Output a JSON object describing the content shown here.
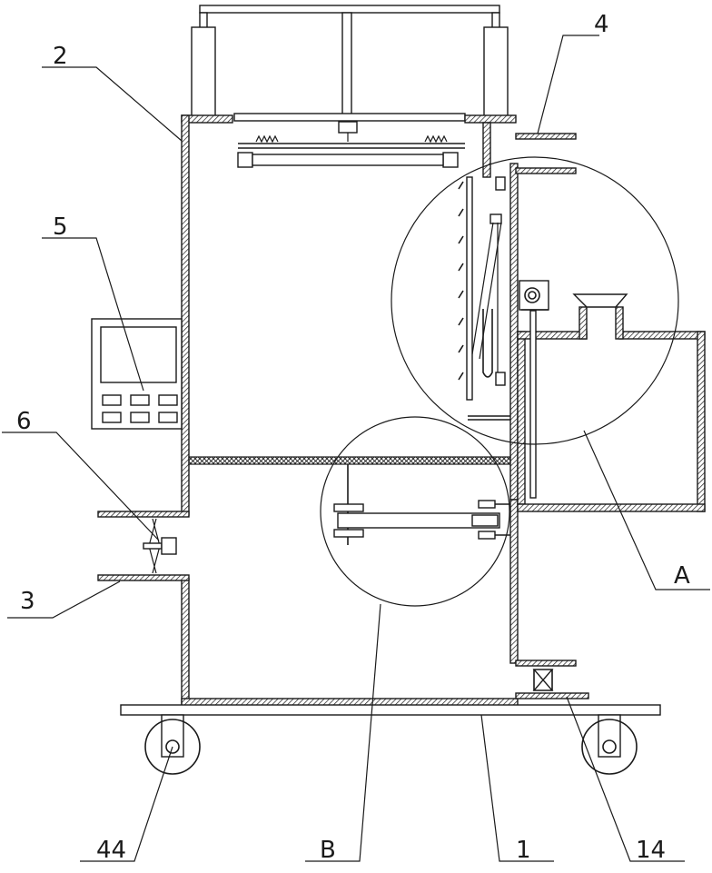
{
  "labels": {
    "l1": "1",
    "l2": "2",
    "l3": "3",
    "l4": "4",
    "l5": "5",
    "l6": "6",
    "l14": "14",
    "l44": "44",
    "lA": "A",
    "lB": "B"
  },
  "colors": {
    "line": "#1a1a1a",
    "background": "#ffffff"
  },
  "icons": {
    "valve": "bowtie-valve-icon",
    "fan": "fan-blade-icon",
    "wheel": "caster-wheel-icon",
    "spring": "zigzag-spring-icon"
  }
}
